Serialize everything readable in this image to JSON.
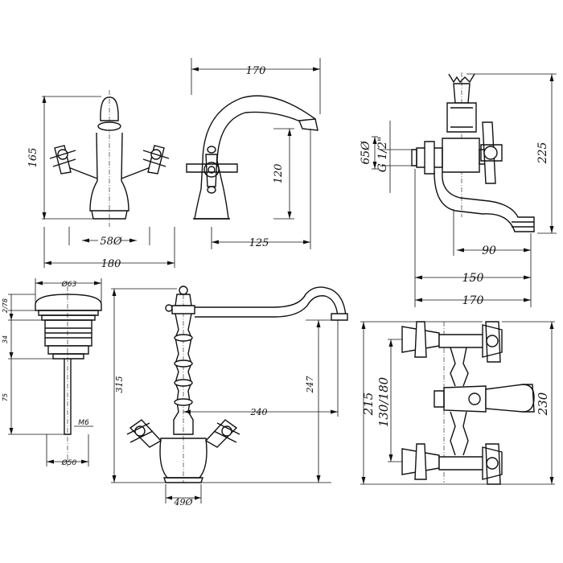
{
  "views": {
    "basin_mixer": {
      "height": "165",
      "center_distance": "58Ø",
      "width": "180",
      "overall_width": "170",
      "spout_height": "120",
      "spout_reach": "125"
    },
    "wall_mixer_side": {
      "spacing": "65Ø",
      "thread": "G 1/2\"",
      "height": "225",
      "reach_90": "90",
      "reach_150": "150",
      "reach_170": "170"
    },
    "pop_up_waste": {
      "dia_top": "Ø63",
      "range": "2/78",
      "depth": "34",
      "length": "75",
      "thread": "M6",
      "dia_bottom": "Ø50"
    },
    "kitchen_mixer": {
      "height": "315",
      "spout_height": "247",
      "reach": "240",
      "base": "49Ø"
    },
    "bath_mixer_front": {
      "height": "215",
      "centers": "130/180",
      "overall": "230"
    }
  }
}
